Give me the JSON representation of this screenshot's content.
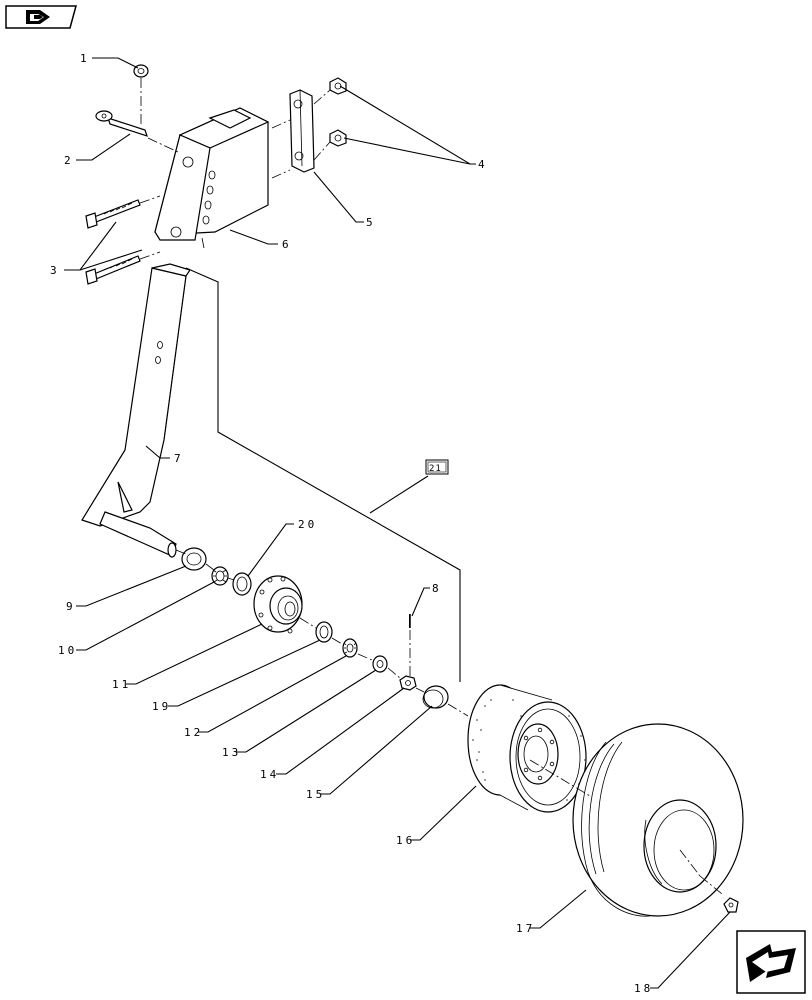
{
  "nav": {
    "prev_icon": "back-arrow-icon",
    "next_icon": "forward-arrow-icon"
  },
  "callouts": {
    "c1": "1",
    "c2": "2",
    "c3": "3",
    "c4": "4",
    "c5": "5",
    "c6": "6",
    "c7": "7",
    "c8": "8",
    "c9": "9",
    "c10": "10",
    "c11": "11",
    "c12": "12",
    "c13": "13",
    "c14": "14",
    "c15": "15",
    "c16": "16",
    "c17": "17",
    "c18": "18",
    "c19": "19",
    "c20": "20",
    "c21": "21"
  }
}
